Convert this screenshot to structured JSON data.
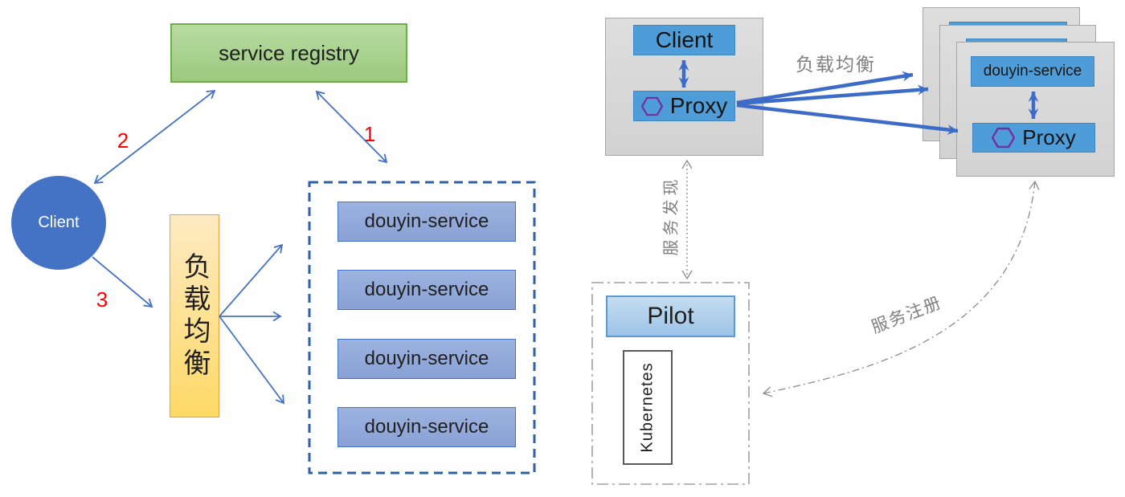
{
  "left": {
    "registry_label": "service registry",
    "client_label": "Client",
    "lb_label": "负载均衡",
    "services": [
      "douyin-service",
      "douyin-service",
      "douyin-service",
      "douyin-service"
    ],
    "steps": {
      "one": "1",
      "two": "2",
      "three": "3"
    }
  },
  "right": {
    "client_label": "Client",
    "client_proxy_label": "Proxy",
    "lb_label": "负载均衡",
    "service_label": "douyin-service",
    "service_proxy_label": "Proxy",
    "discovery_label": "服务发现",
    "register_label": "服务注册",
    "pilot_label": "Pilot",
    "k8s_label": "Kubernetes"
  },
  "colors": {
    "registry_green": "#a9d18e",
    "registry_border": "#70ad47",
    "client_circle_blue": "#4472c4",
    "lb_orange": "#ffd966",
    "service_periwinkle": "#8faadc",
    "service_border": "#4472c4",
    "pod_gray": "#d9d9d9",
    "box_blue": "#4e9cd8",
    "arrow_blue": "#4472c4",
    "thick_arrow_blue": "#3d6cc8",
    "hexagon_purple": "#7030a0",
    "pilot_blue": "#9cc3e6",
    "label_gray": "#808080",
    "step_red": "#ff0000"
  }
}
